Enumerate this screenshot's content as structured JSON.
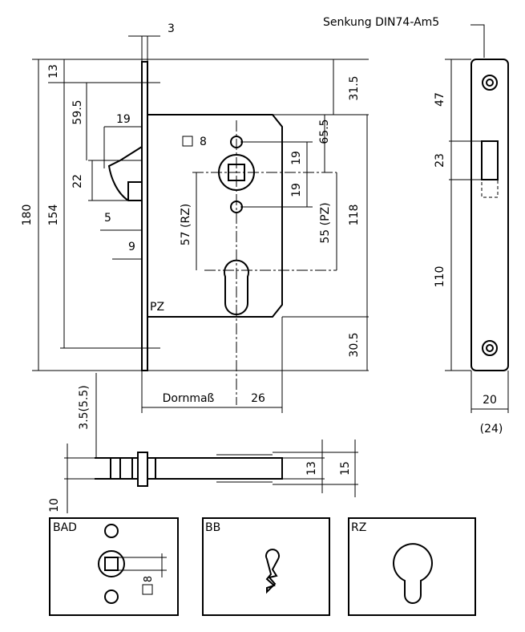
{
  "labels": {
    "senkung": "Senkung DIN74-Am5",
    "d3": "3",
    "d13": "13",
    "d31_5": "31.5",
    "d59_5": "59.5",
    "d19a": "19",
    "d65_5": "65.5",
    "sq8": "8",
    "d19b": "19",
    "d19c": "19",
    "d22": "22",
    "d154": "154",
    "d180": "180",
    "d5": "5",
    "d9": "9",
    "d57rz": "57 (RZ)",
    "d55pz": "55 (PZ)",
    "d118": "118",
    "pz": "PZ",
    "d30_5": "30.5",
    "dornmass": "Dornmaß",
    "d26": "26",
    "d47": "47",
    "d23": "23",
    "d110": "110",
    "d20": "20",
    "d24": "(24)",
    "d3_5": "3.5(5.5)",
    "d13b": "13",
    "d15": "15",
    "d10": "10",
    "bad": "BAD",
    "sq8b": "8",
    "bb": "BB",
    "rz": "RZ"
  }
}
